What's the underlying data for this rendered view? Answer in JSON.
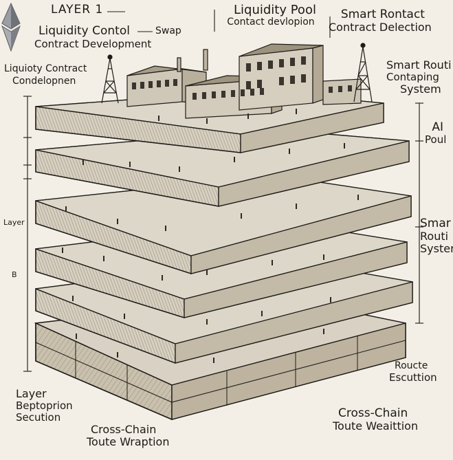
{
  "labels": {
    "layer1": "LAYER 1",
    "liquidity_control_l1": "Liquidity Contol",
    "swap": "Swap",
    "liquidity_control_l2": "Contract Development",
    "liquidity_pool_l1": "Liquidity Pool",
    "liquidity_pool_l2": "Contact devlopion",
    "smart_rontact_l1": "Smart Rontact",
    "smart_rontact_l2": "Contract Delection",
    "liquity_contract_l1": "Liquioty Contract",
    "liquity_contract_l2": "Condelopnen",
    "smart_routi_l1": "Smart Routi",
    "smart_routi_l2": "Contaping",
    "smart_routi_l3": "System",
    "ai_pool_l1": "AI",
    "ai_pool_l2": "Poul",
    "layer_side": "Layer",
    "side_b": "B",
    "smart_routing_l1": "Smar",
    "smart_routing_l2": "Routi",
    "smart_routing_l3": "Syster",
    "route_exec_l1": "Roucte",
    "route_exec_l2": "Escuttion",
    "layer_bep_l1": "Layer",
    "layer_bep_l2": "Beptoprion",
    "layer_bep_l3": "Secution",
    "cross_chain_left_l1": "Cross-Chain",
    "cross_chain_left_l2": "Toute Wraption",
    "cross_chain_right_l1": "Cross-Chain",
    "cross_chain_right_l2": "Toute Weaittion"
  },
  "colors": {
    "paper": "#f3efe6",
    "ink": "#1e1c19",
    "slab_top": "#d8d1c3",
    "slab_side": "#c4bba9",
    "slab_face": "#b7ad99",
    "logo": "#8d8f93"
  }
}
